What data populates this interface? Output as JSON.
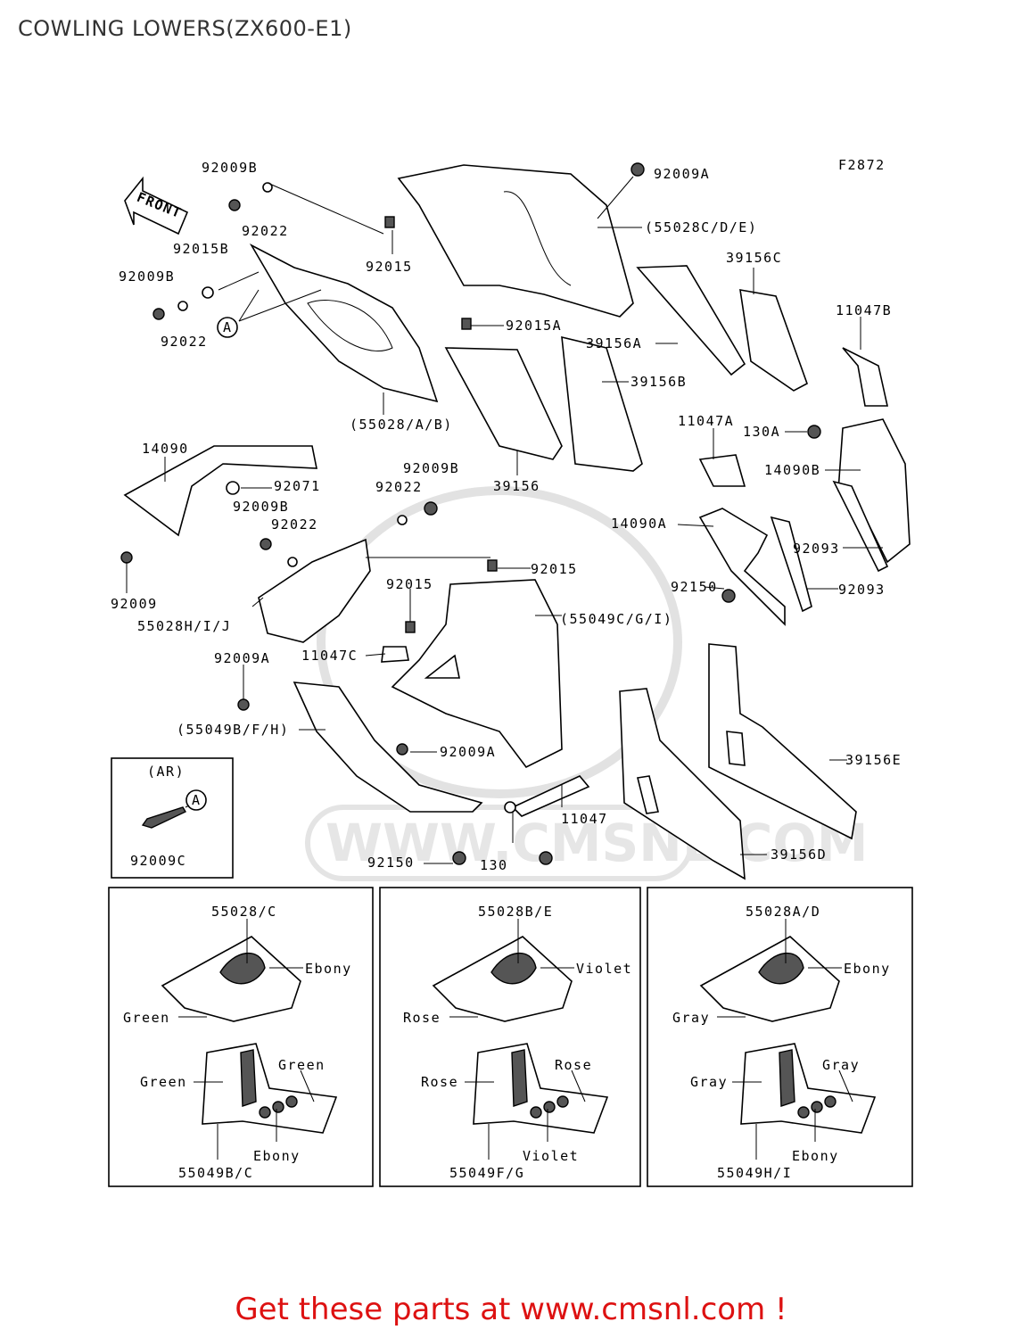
{
  "title": "COWLING LOWERS(ZX600-E1)",
  "figure_code": "F2872",
  "front_label": "FRONT",
  "watermark": "WWW.CMSNL.COM",
  "promo": "Get these parts at www.cmsnl.com !",
  "callouts": [
    {
      "id": "c1",
      "label": "92009B"
    },
    {
      "id": "c2",
      "label": "92022"
    },
    {
      "id": "c3",
      "label": "92015B"
    },
    {
      "id": "c4",
      "label": "92009B"
    },
    {
      "id": "c5",
      "label": "92022"
    },
    {
      "id": "c6",
      "label": "92015"
    },
    {
      "id": "c7",
      "label": "92009A"
    },
    {
      "id": "c8",
      "label": "(55028C/D/E)"
    },
    {
      "id": "c9",
      "label": "39156C"
    },
    {
      "id": "c10",
      "label": "11047B"
    },
    {
      "id": "c11",
      "label": "92015A"
    },
    {
      "id": "c12",
      "label": "39156A"
    },
    {
      "id": "c13",
      "label": "39156B"
    },
    {
      "id": "c14",
      "label": "(55028/A/B)"
    },
    {
      "id": "c15",
      "label": "14090"
    },
    {
      "id": "c16",
      "label": "92071"
    },
    {
      "id": "c17",
      "label": "92009B"
    },
    {
      "id": "c18",
      "label": "92022"
    },
    {
      "id": "c19",
      "label": "92009B"
    },
    {
      "id": "c20",
      "label": "92022"
    },
    {
      "id": "c21",
      "label": "39156"
    },
    {
      "id": "c22",
      "label": "11047A"
    },
    {
      "id": "c23",
      "label": "130A"
    },
    {
      "id": "c24",
      "label": "14090B"
    },
    {
      "id": "c25",
      "label": "14090A"
    },
    {
      "id": "c26",
      "label": "92009"
    },
    {
      "id": "c27",
      "label": "55028H/I/J"
    },
    {
      "id": "c28",
      "label": "92015"
    },
    {
      "id": "c29",
      "label": "92015"
    },
    {
      "id": "c30",
      "label": "(55049C/G/I)"
    },
    {
      "id": "c31",
      "label": "92093"
    },
    {
      "id": "c32",
      "label": "92150"
    },
    {
      "id": "c33",
      "label": "92093"
    },
    {
      "id": "c34",
      "label": "92009A"
    },
    {
      "id": "c35",
      "label": "11047C"
    },
    {
      "id": "c36",
      "label": "(55049B/F/H)"
    },
    {
      "id": "c37",
      "label": "92009A"
    },
    {
      "id": "c38",
      "label": "39156E"
    },
    {
      "id": "c39",
      "label": "11047"
    },
    {
      "id": "c40",
      "label": "92150"
    },
    {
      "id": "c41",
      "label": "130"
    },
    {
      "id": "c42",
      "label": "39156D"
    }
  ],
  "circle_marker": "A",
  "inset": {
    "heading": "(AR)",
    "marker": "A",
    "label": "92009C"
  },
  "variants": [
    {
      "upper": "55028/C",
      "upper_top": "Ebony",
      "upper_left": "Green",
      "lower_left": "Green",
      "lower_right": "Green",
      "lower_bottom": "Ebony",
      "lower": "55049B/C"
    },
    {
      "upper": "55028B/E",
      "upper_top": "Violet",
      "upper_left": "Rose",
      "lower_left": "Rose",
      "lower_right": "Rose",
      "lower_bottom": "Violet",
      "lower": "55049F/G"
    },
    {
      "upper": "55028A/D",
      "upper_top": "Ebony",
      "upper_left": "Gray",
      "lower_left": "Gray",
      "lower_right": "Gray",
      "lower_bottom": "Ebony",
      "lower": "55049H/I"
    }
  ]
}
